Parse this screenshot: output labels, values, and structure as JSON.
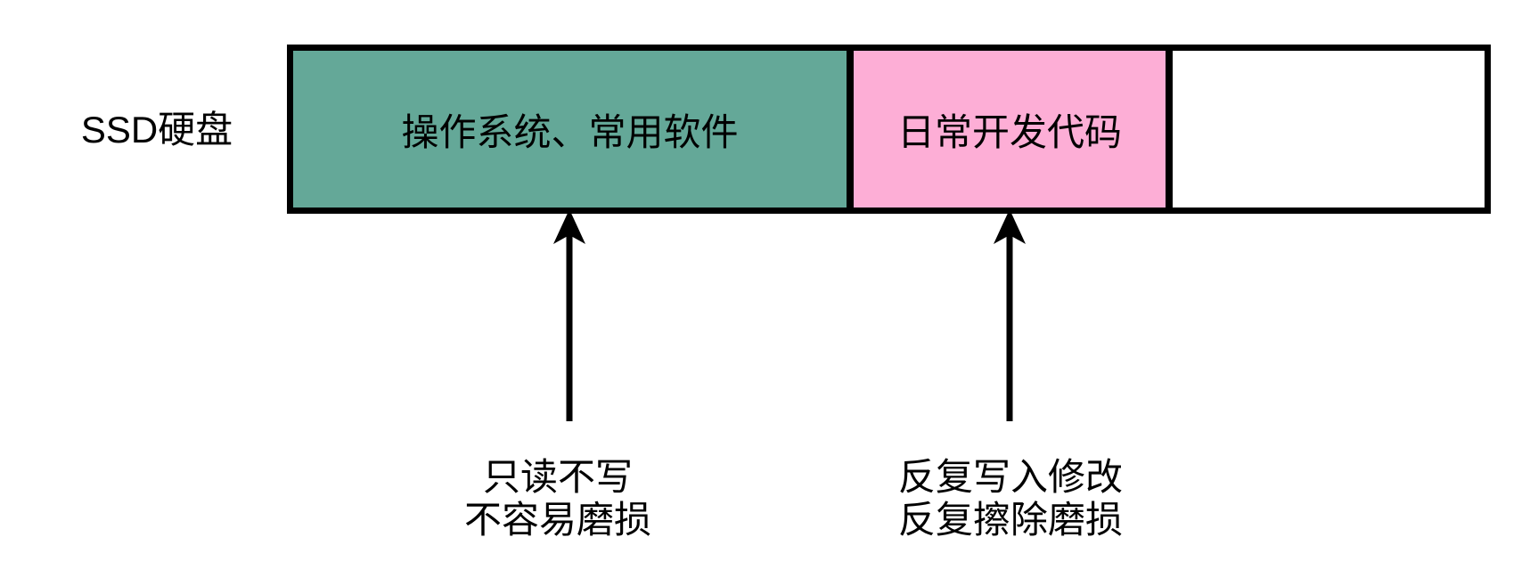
{
  "canvas": {
    "background": "#FFFFFF",
    "border_color": "#000000",
    "text_color": "#000000"
  },
  "disk": {
    "label": "SSD硬盘",
    "segments": {
      "system": {
        "label": "操作系统、常用软件",
        "color": "#64A898"
      },
      "code": {
        "label": "日常开发代码",
        "color": "#FDAED6"
      },
      "free": {
        "label": "",
        "color": "#FFFFFF"
      }
    }
  },
  "annotations": {
    "system": {
      "line1": "只读不写",
      "line2": "不容易磨损"
    },
    "code": {
      "line1": "反复写入修改",
      "line2": "反复擦除磨损"
    }
  }
}
